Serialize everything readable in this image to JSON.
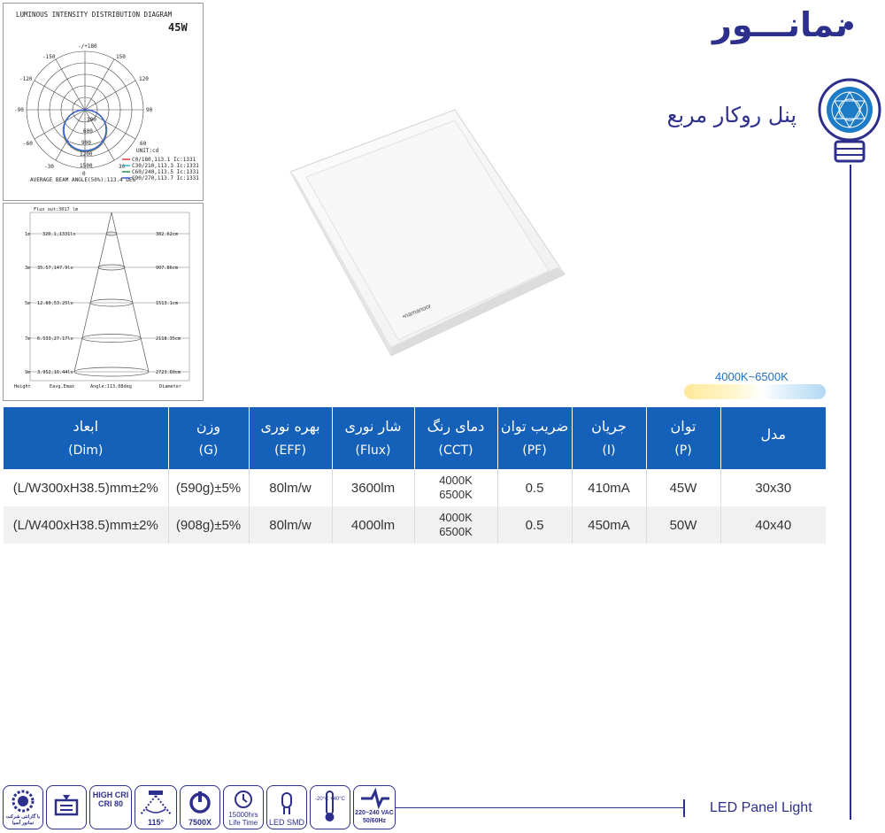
{
  "brand": {
    "name": "نمانـــور"
  },
  "product": {
    "title": "پنل روکار مربع",
    "panel_logo": "•namanoor"
  },
  "polar_diagram": {
    "title": "LUMINOUS INTENSITY DISTRIBUTION DIAGRAM",
    "power": "45W",
    "angle_labels": [
      "-/+180",
      "-150",
      "150",
      "-120",
      "120",
      "-90",
      "90",
      "-60",
      "60",
      "-30",
      "30",
      "0"
    ],
    "ring_labels": [
      "300",
      "600",
      "900",
      "1200",
      "1500"
    ],
    "unit": "UNIT:cd",
    "legend": [
      "C0/180,113.1 Ic:1331",
      "C30/210,113.3 Ic:1331",
      "C60/240,113.5 Ic:1331",
      "C90/270,113.7 Ic:1331"
    ],
    "beam_angle": "AVERAGE BEAM ANGLE(50%):113.4 DEG",
    "legend_colors": [
      "#e23b3b",
      "#3bb3c8",
      "#2a8c4a",
      "#3a5bd9"
    ]
  },
  "cone_diagram": {
    "flux": "Flux out:3017 lm",
    "rows": [
      {
        "height": "1m",
        "left": "320.1,1331lx",
        "right": "302.62cm"
      },
      {
        "height": "3m",
        "left": "35.57,147.9lx",
        "right": "907.86cm"
      },
      {
        "height": "5m",
        "left": "12.80,53.25lx",
        "right": "1513.1cm"
      },
      {
        "height": "7m",
        "left": "6.533,27.17lx",
        "right": "2118.35cm"
      },
      {
        "height": "9m",
        "left": "3.952,16.44lx",
        "right": "2723.60cm"
      }
    ],
    "footer": [
      "Height",
      "Eavg,Emax",
      "Angle:113.08deg",
      "Diameter"
    ]
  },
  "cct_range": "4000K~6500K",
  "table": {
    "headers": [
      {
        "l1": "ابعاد",
        "l2": "(Dim)"
      },
      {
        "l1": "وزن",
        "l2": "(G)"
      },
      {
        "l1": "بهره نوری",
        "l2": "(EFF)"
      },
      {
        "l1": "شار نوری",
        "l2": "(Flux)"
      },
      {
        "l1": "دمای رنگ",
        "l2": "(CCT)"
      },
      {
        "l1": "ضریب توان",
        "l2": "(PF)"
      },
      {
        "l1": "جریان",
        "l2": "(I)"
      },
      {
        "l1": "توان",
        "l2": "(P)"
      },
      {
        "l1": "مدل",
        "l2": ""
      }
    ],
    "rows": [
      {
        "dim": "(L/W300xH38.5)mm±2%",
        "weight": "(590g)±5%",
        "eff": "80lm/w",
        "flux": "3600lm",
        "cct1": "4000K",
        "cct2": "6500K",
        "pf": "0.5",
        "current": "410mA",
        "power": "45W",
        "model": "30x30"
      },
      {
        "dim": "(L/W400xH38.5)mm±2%",
        "weight": "(908g)±5%",
        "eff": "80lm/w",
        "flux": "4000lm",
        "cct1": "4000K",
        "cct2": "6500K",
        "pf": "0.5",
        "current": "450mA",
        "power": "50W",
        "model": "40x40"
      }
    ]
  },
  "icons": [
    {
      "name": "warranty-icon",
      "caption": "با گارانتی شرکت نمانور آسیا"
    },
    {
      "name": "iran-standard-icon",
      "caption": ""
    },
    {
      "name": "cri-icon",
      "caption": "HIGH CRI CRI 80"
    },
    {
      "name": "beam-angle-icon",
      "caption": "115°"
    },
    {
      "name": "power-icon",
      "caption": "7500X"
    },
    {
      "name": "lifetime-icon",
      "caption": "15000hrs Life Time"
    },
    {
      "name": "led-smd-icon",
      "caption": "LED SMD"
    },
    {
      "name": "temperature-icon",
      "caption": "-20°C +40°C"
    },
    {
      "name": "voltage-icon",
      "caption": "220~240 VAC 50/60Hz"
    }
  ],
  "footer_label": "LED Panel Light",
  "colors": {
    "brand": "#2d2f8c",
    "table_header": "#1560b8",
    "cct_text": "#1f6fbf"
  }
}
